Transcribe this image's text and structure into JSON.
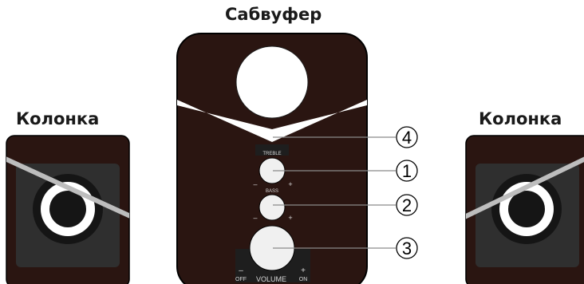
{
  "labels": {
    "subwoofer": "Сабвуфер",
    "speaker_left": "Колонка",
    "speaker_right": "Колонка"
  },
  "panel": {
    "treble": "TREBLE",
    "bass": "BASS",
    "minus": "–",
    "plus": "+",
    "volume": "VOLUME",
    "off": "OFF",
    "on": "ON"
  },
  "callouts": [
    "4",
    "1",
    "2",
    "3"
  ],
  "colors": {
    "cabinet": "#2a1511",
    "cabinet_edge": "#000000",
    "driver_white": "#ffffff",
    "stripe": "#bdbdbd",
    "speaker_face": "#2f2f2f",
    "speaker_cone": "#151515",
    "knob_fill": "#f0f0f0",
    "panel_text": "#d8d8d8"
  },
  "icons": {
    "knob": "rotary-knob-icon",
    "callout": "circled-number-icon"
  }
}
